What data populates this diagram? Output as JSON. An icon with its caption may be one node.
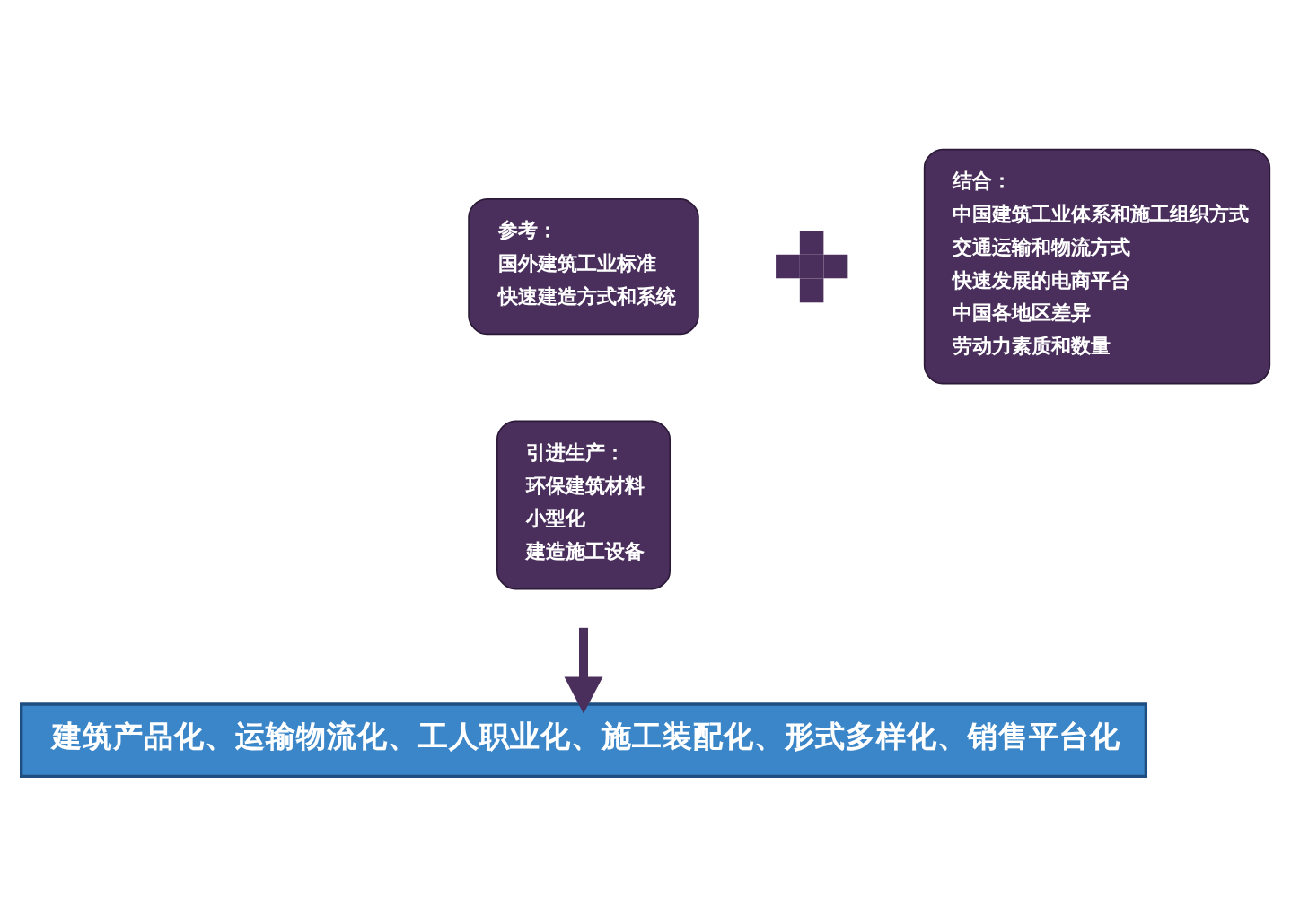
{
  "diagram": {
    "nodes": [
      {
        "text": [
          "参考：",
          "国外建筑工业标准",
          "快速建造方式和系统"
        ]
      },
      {
        "text": [
          "引进生产：",
          "环保建筑材料",
          "小型化",
          "建造施工设备"
        ]
      },
      {
        "text": [],
        "shape": "plus"
      },
      {
        "text": [
          "结合：",
          "中国建筑工业体系和施工组织方式",
          "交通运输和物流方式",
          "快速发展的电商平台",
          "中国各地区差异",
          "劳动力素质和数量"
        ]
      },
      {
        "text": [
          "建筑产品化、运输物流化、工人职业化、施工装配化、形式多样化、销售平台化"
        ]
      }
    ],
    "edges": [
      {
        "from": null,
        "to": 4,
        "arrow": "to"
      }
    ]
  }
}
